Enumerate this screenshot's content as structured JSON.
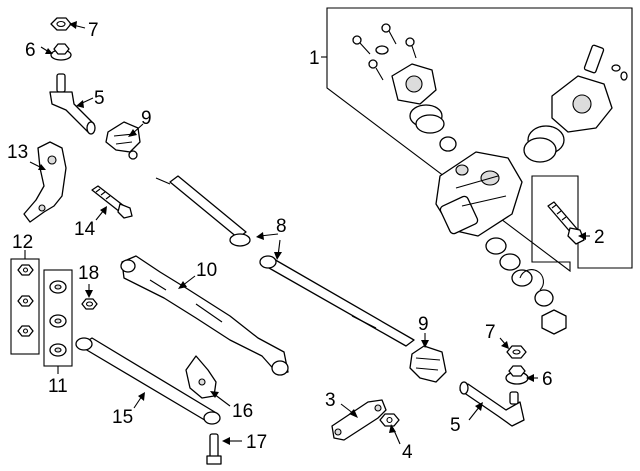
{
  "callouts": [
    {
      "id": "c1",
      "text": "1"
    },
    {
      "id": "c2",
      "text": "2"
    },
    {
      "id": "c3",
      "text": "3"
    },
    {
      "id": "c4",
      "text": "4"
    },
    {
      "id": "c5a",
      "text": "5"
    },
    {
      "id": "c5b",
      "text": "5"
    },
    {
      "id": "c6a",
      "text": "6"
    },
    {
      "id": "c6b",
      "text": "6"
    },
    {
      "id": "c7a",
      "text": "7"
    },
    {
      "id": "c7b",
      "text": "7"
    },
    {
      "id": "c8",
      "text": "8"
    },
    {
      "id": "c9a",
      "text": "9"
    },
    {
      "id": "c9b",
      "text": "9"
    },
    {
      "id": "c10",
      "text": "10"
    },
    {
      "id": "c11",
      "text": "11"
    },
    {
      "id": "c12",
      "text": "12"
    },
    {
      "id": "c13",
      "text": "13"
    },
    {
      "id": "c14",
      "text": "14"
    },
    {
      "id": "c15",
      "text": "15"
    },
    {
      "id": "c16",
      "text": "16"
    },
    {
      "id": "c17",
      "text": "17"
    },
    {
      "id": "c18",
      "text": "18"
    }
  ]
}
